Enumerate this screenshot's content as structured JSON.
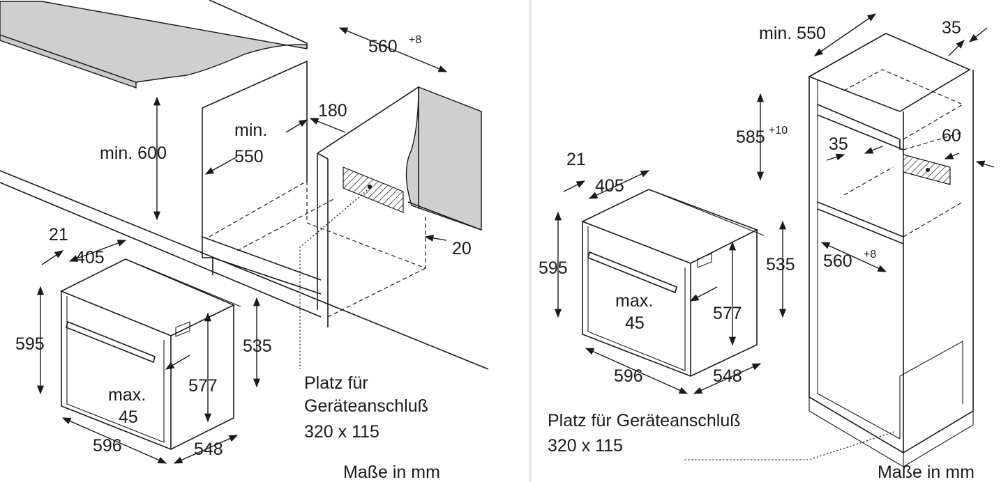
{
  "left": {
    "dims": {
      "w560": "560",
      "w560_sup": "+8",
      "d180": "180",
      "min": "min.",
      "d550": "550",
      "min600": "min. 600",
      "d20": "20",
      "d21": "21",
      "d405": "405",
      "h595": "595",
      "h535": "535",
      "h577": "577",
      "max": "max.",
      "max45": "45",
      "w596": "596",
      "d548": "548"
    },
    "note_line1": "Platz für",
    "note_line2": "Geräteanschluß",
    "note_line3": "320 x 115",
    "units": "Maße in mm"
  },
  "right": {
    "dims": {
      "min550": "min. 550",
      "d35top": "35",
      "h585": "585",
      "h585_sup": "+10",
      "d35": "35",
      "d60": "60",
      "d21": "21",
      "d405": "405",
      "h595": "595",
      "h535": "535",
      "max": "max.",
      "max45": "45",
      "h577": "577",
      "w560": "560",
      "w560_sup": "+8",
      "w596": "596",
      "d548": "548"
    },
    "note_line1": "Platz für Geräteanschluß",
    "note_line2": "320 x 115",
    "units": "Maße in mm"
  },
  "colors": {
    "countertop": "#c9c9c9",
    "line": "#1a1a1a"
  }
}
